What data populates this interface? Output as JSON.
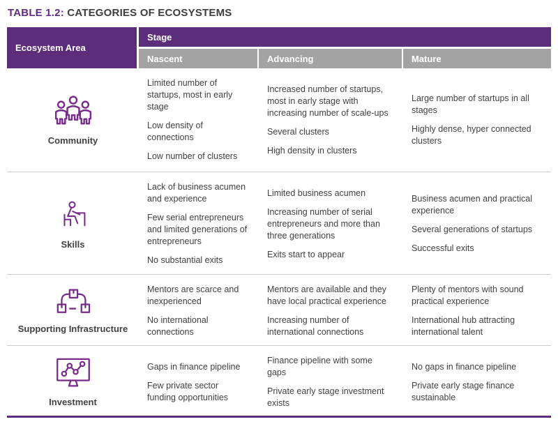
{
  "page": {
    "title_prefix": "TABLE 1.2:",
    "title_text": "CATEGORIES OF ECOSYSTEMS"
  },
  "colors": {
    "header_purple": "#5b2d7b",
    "icon_purple": "#772b8b",
    "subheader_gray": "#a3a3a3",
    "body_text": "#414042",
    "row_divider": "#cccccc",
    "title_accent": "#5f2c82",
    "title_text": "#3d3d3c"
  },
  "table": {
    "corner_header": "Ecosystem Area",
    "stage_header": "Stage",
    "stage_columns": [
      "Nascent",
      "Advancing",
      "Mature"
    ],
    "rows": [
      {
        "area": "Community",
        "icon": "community-icon",
        "nascent": [
          "Limited number of startups, most in early stage",
          "Low density of connections",
          "Low number of clusters"
        ],
        "advancing": [
          "Increased number of startups, most in early stage with increasing number of scale-ups",
          "Several clusters",
          "High density in clusters"
        ],
        "mature": [
          "Large number of startups in all stages",
          "Highly dense, hyper connected clusters"
        ]
      },
      {
        "area": "Skills",
        "icon": "skills-icon",
        "nascent": [
          "Lack of business acumen and experience",
          "Few serial entrepreneurs and limited generations of entrepreneurs",
          "No substantial exits"
        ],
        "advancing": [
          "Limited business acumen",
          "Increasing number of serial entrepreneurs and more than three generations",
          "Exits start to appear"
        ],
        "mature": [
          "Business acumen and practical experience",
          "Several generations of startups",
          "Successful exits"
        ]
      },
      {
        "area": "Supporting Infrastructure",
        "icon": "network-boxes-icon",
        "nascent": [
          "Mentors are scarce and inexperienced",
          "No international connections"
        ],
        "advancing": [
          "Mentors are available and they have local practical experience",
          "Increasing number of international connections"
        ],
        "mature": [
          "Plenty of mentors with sound practical experience",
          "International hub attracting international talent"
        ]
      },
      {
        "area": "Investment",
        "icon": "monitor-graph-icon",
        "nascent": [
          "Gaps in finance pipeline",
          "Few private sector funding opportunities"
        ],
        "advancing": [
          "Finance pipeline with some gaps",
          "Private early stage investment exists"
        ],
        "mature": [
          "No gaps in finance pipeline",
          "Private early stage finance sustainable"
        ]
      }
    ]
  }
}
